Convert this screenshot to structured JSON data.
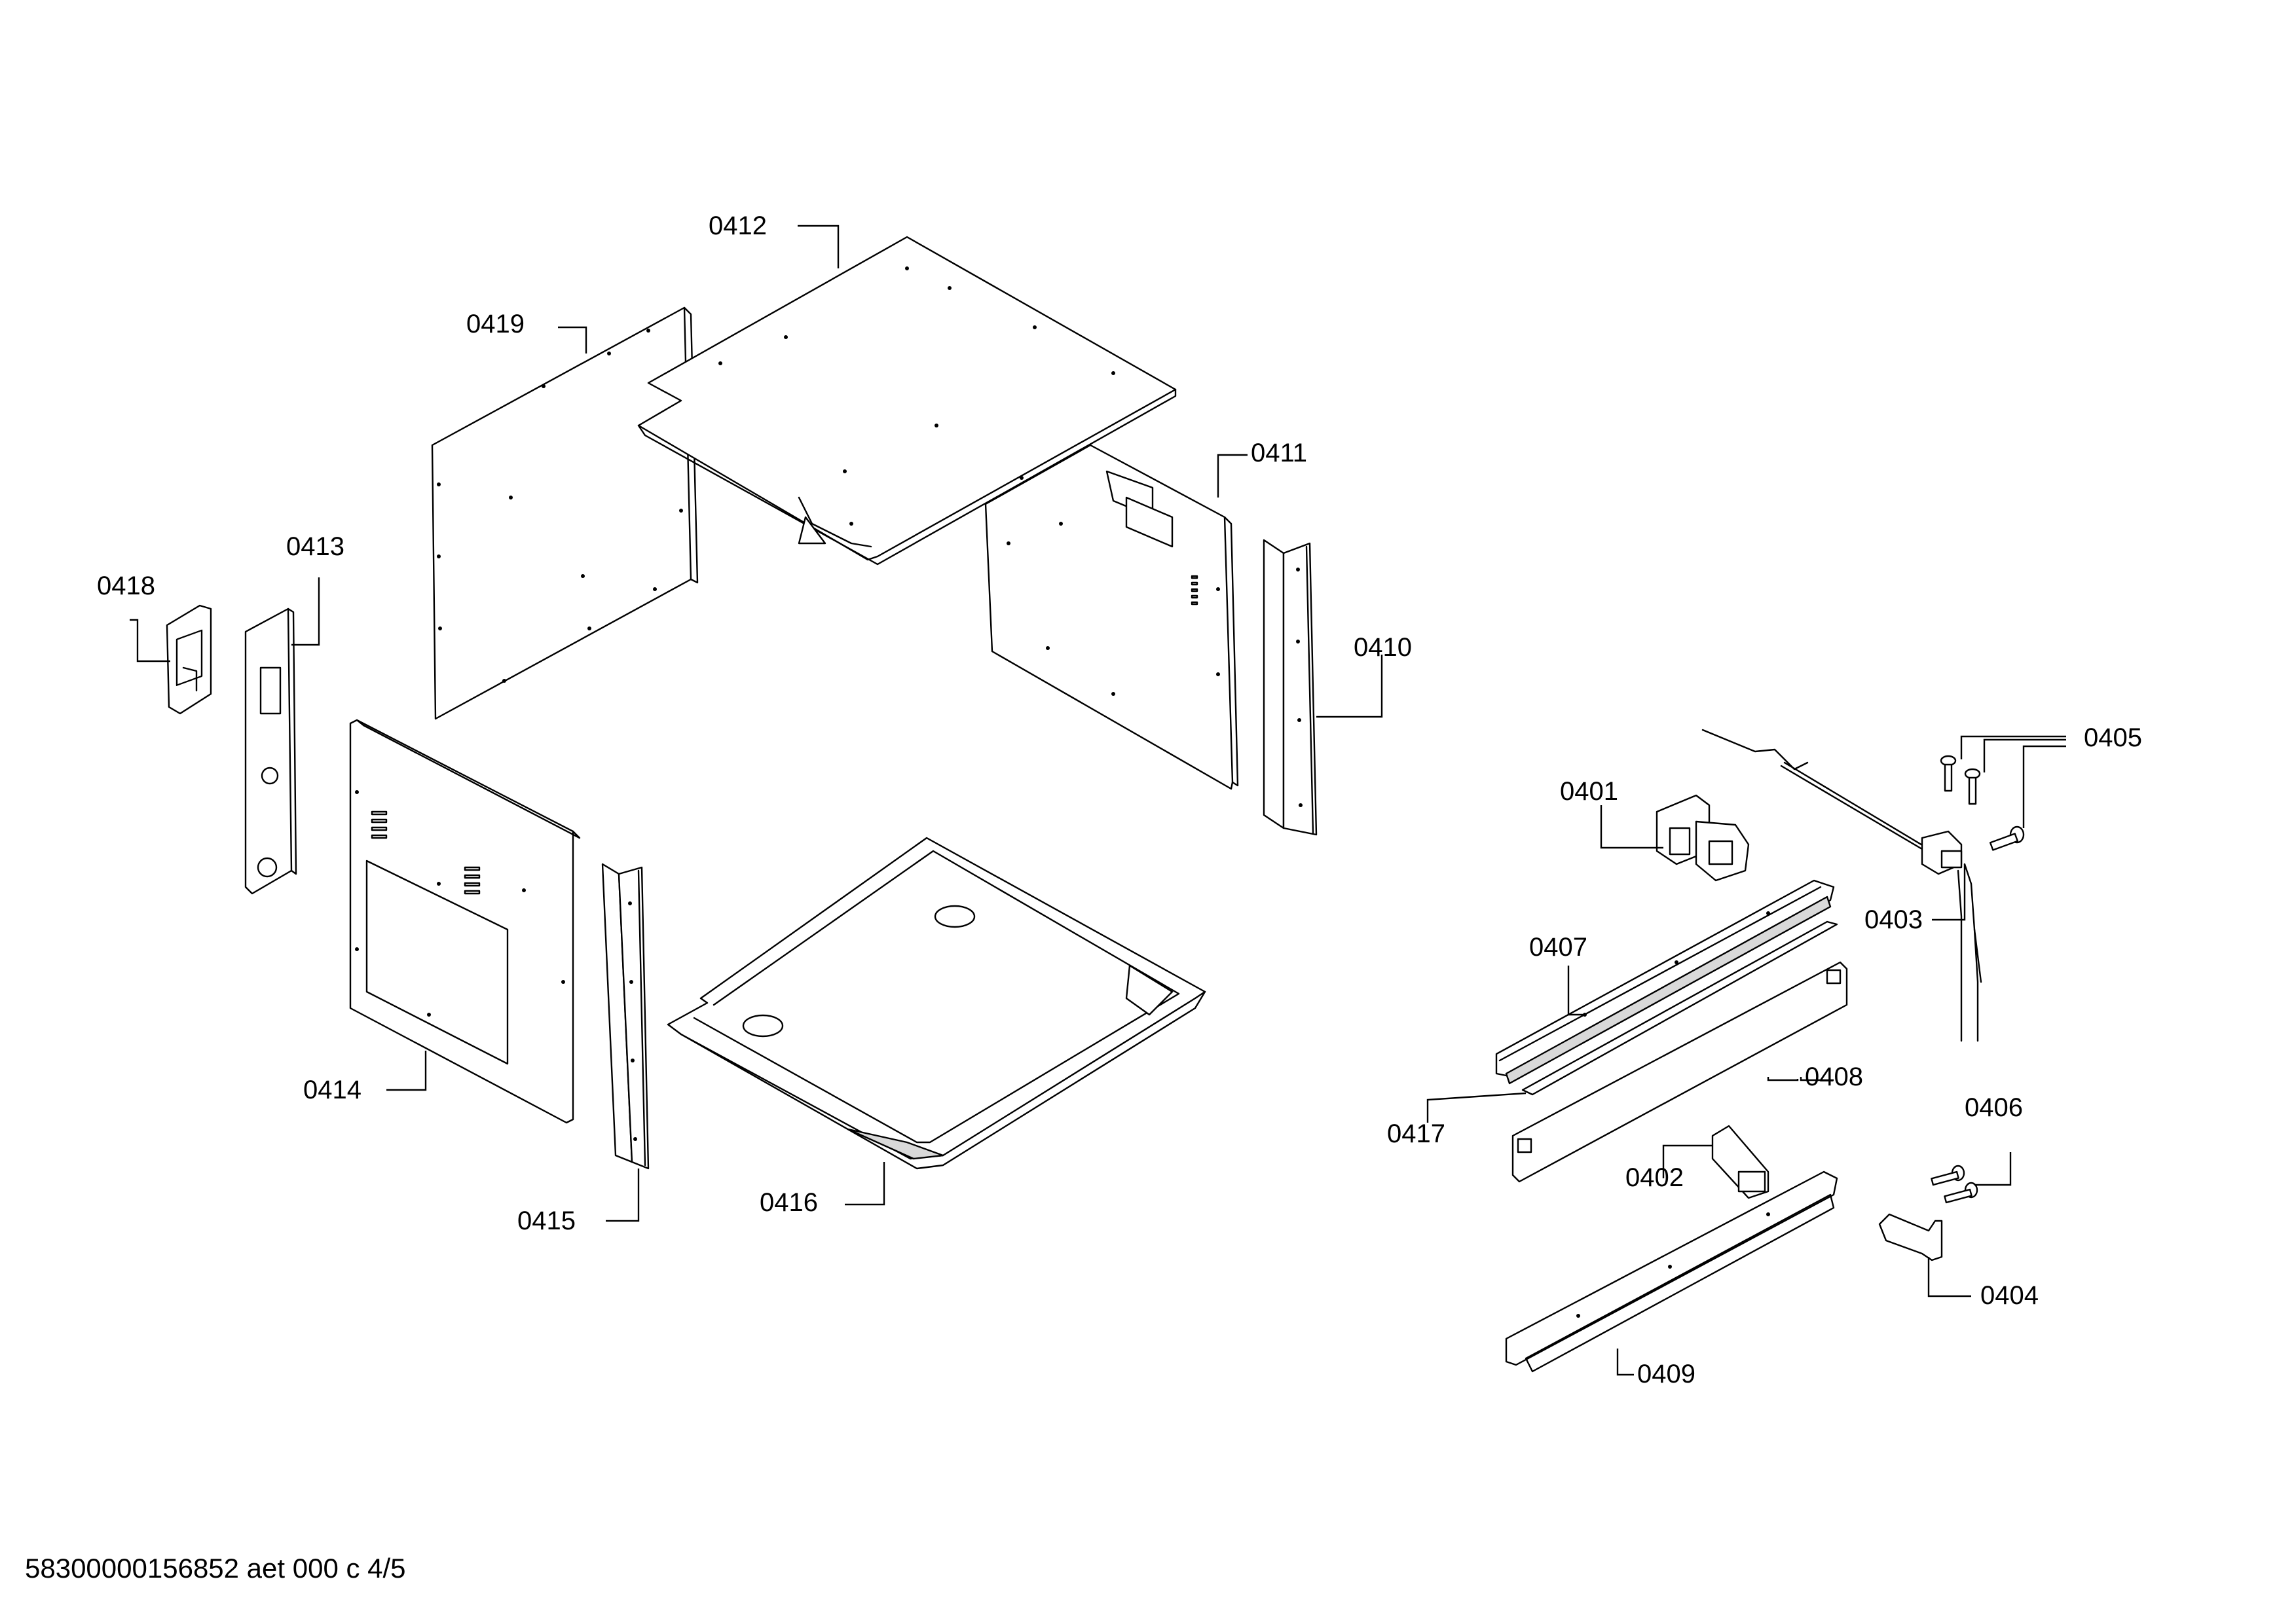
{
  "labels": {
    "p0401": "0401",
    "p0402": "0402",
    "p0403": "0403",
    "p0404": "0404",
    "p0405": "0405",
    "p0406": "0406",
    "p0407": "0407",
    "p0408": "0408",
    "p0409": "0409",
    "p0410": "0410",
    "p0411": "0411",
    "p0412": "0412",
    "p0413": "0413",
    "p0414": "0414",
    "p0415": "0415",
    "p0416": "0416",
    "p0417": "0417",
    "p0418": "0418",
    "p0419": "0419"
  },
  "footer": {
    "document_ref": "58300000156852 aet 000 c 4/5"
  }
}
